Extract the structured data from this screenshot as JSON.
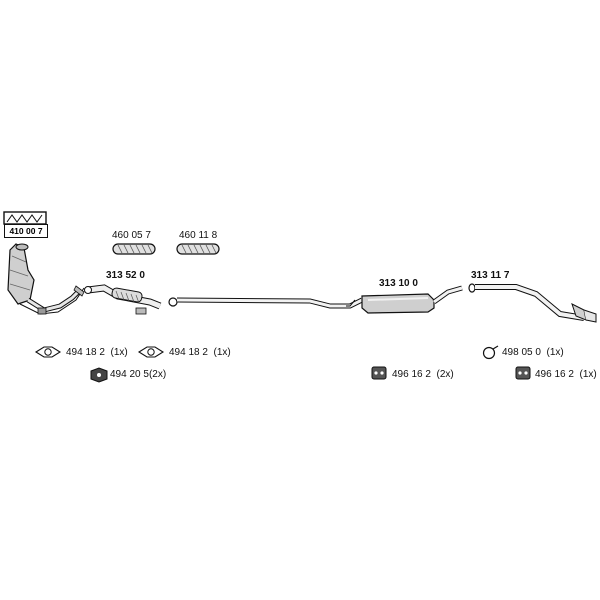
{
  "diagram": {
    "kit_label": "410 00 7",
    "parts": {
      "front_pipe": "313 52 0",
      "middle_silencer": "313 10 0",
      "rear_pipe": "313 11 7",
      "flex_1": "460 05 7",
      "flex_2": "460 11 8"
    },
    "hardware": [
      {
        "code": "494 18 2",
        "qty": "(1x)",
        "icon": "gasket-icon"
      },
      {
        "code": "494 18 2",
        "qty": "(1x)",
        "icon": "gasket-icon"
      },
      {
        "code": "494 20 5",
        "qty": "(2x)",
        "icon": "rubber-mount-icon"
      },
      {
        "code": "496 16 2",
        "qty": "(2x)",
        "icon": "rubber-hanger-icon"
      },
      {
        "code": "498 05 0",
        "qty": "(1x)",
        "icon": "ring-clamp-icon"
      },
      {
        "code": "496 16 2",
        "qty": "(1x)",
        "icon": "rubber-hanger-icon"
      }
    ],
    "colors": {
      "line": "#111111",
      "fill": "#d8d8d8",
      "dark": "#555555"
    }
  }
}
